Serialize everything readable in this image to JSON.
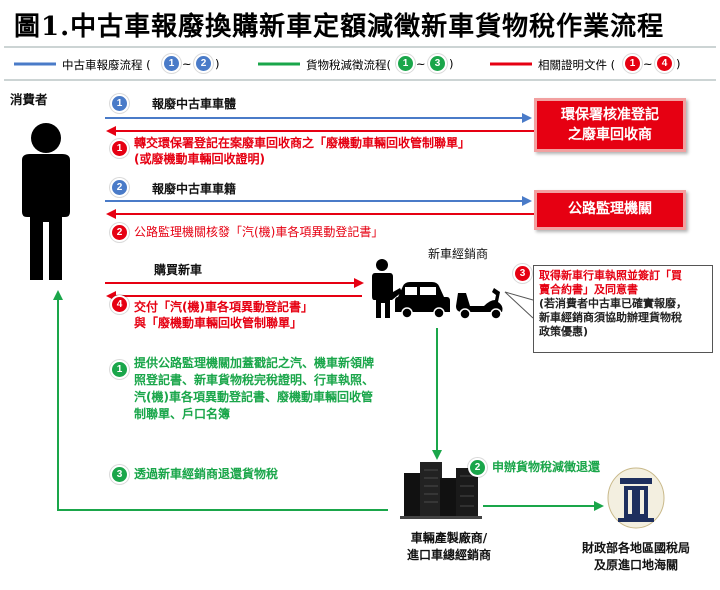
{
  "title": "圖1.中古車報廢換購新車定額減徵新車貨物稅作業流程",
  "legend": {
    "blue": {
      "label": "中古車報廢流程 (",
      "from": "1",
      "tilde": "~",
      "to": "2",
      "close": ")",
      "color": "#4a7bc8"
    },
    "green": {
      "label": "貨物稅減徵流程(",
      "from": "1",
      "tilde": "~",
      "to": "3",
      "close": ")",
      "color": "#1aa64a"
    },
    "red": {
      "label": "相關證明文件 (",
      "from": "1",
      "tilde": "~",
      "to": "4",
      "close": ")",
      "color": "#e60012"
    }
  },
  "consumer_label": "消費者",
  "epa_box": "環保署核准登記之廢車回收商",
  "epa_box_lines": [
    "環保署核准登記",
    "之廢車回收商"
  ],
  "motor_box": "公路監理機關",
  "steps": {
    "blue1": {
      "num": "1",
      "text": "報廢中古車車體"
    },
    "red1": {
      "num": "1",
      "lines": [
        "轉交環保署登記在案廢車回收商之「廢機動車輛回收管制聯單」",
        "(或廢機動車輛回收證明)"
      ]
    },
    "blue2": {
      "num": "2",
      "text": "報廢中古車車籍"
    },
    "red2": {
      "num": "2",
      "text": "公路監理機關核發「汽(機)車各項異動登記書」"
    },
    "buy": {
      "text": "購買新車"
    },
    "red4": {
      "num": "4",
      "lines": [
        "交付「汽(機)車各項異動登記書」",
        "與「廢機動車輛回收管制聯單」"
      ]
    },
    "green1": {
      "num": "1",
      "lines": [
        "提供公路監理機關加蓋戳記之汽、機車新領牌",
        "照登記書、新車貨物稅完稅證明、行車執照、",
        "汽(機)車各項異動登記書、廢機動車輛回收管",
        "制聯單、戶口名簿"
      ]
    },
    "green3": {
      "num": "3",
      "text": "透過新車經銷商退還貨物稅"
    },
    "green2": {
      "num": "2",
      "text": "申辦貨物稅減徵退還"
    },
    "red3": {
      "num": "3",
      "lines_red": [
        "取得新車行車執照並簽訂「買",
        "賣合約書」及同意書"
      ],
      "lines_dark": [
        "(若消費者中古車已確實報廢，",
        "新車經銷商須協助辦理貨物稅",
        "政策優惠)"
      ]
    }
  },
  "dealer_label": "新車經銷商",
  "manufacturer_lines": [
    "車輛產製廠商/",
    "進口車總經銷商"
  ],
  "tax_office_lines": [
    "財政部各地區國稅局",
    "及原進口地海關"
  ],
  "icons": {
    "person": "person-icon",
    "dealer": "car-dealer-icon",
    "scooter": "scooter-icon",
    "factory": "factory-building-icon",
    "emblem": "finance-ministry-emblem-icon"
  }
}
